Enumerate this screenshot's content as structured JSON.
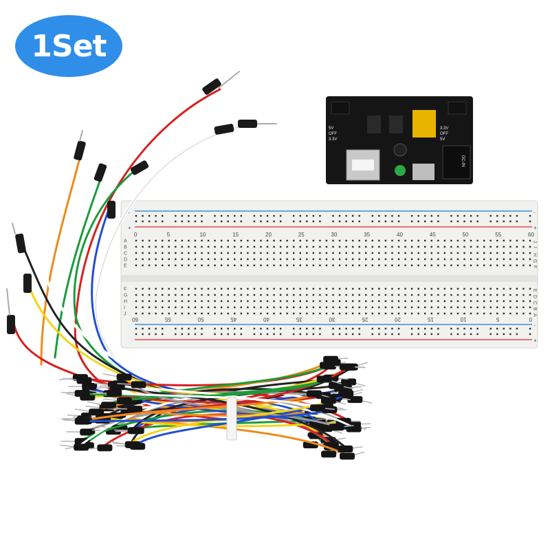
{
  "badge": {
    "label": "1Set",
    "color": "#2f8ee8"
  },
  "breadboard": {
    "top_numbers": [
      "0",
      "5",
      "10",
      "15",
      "20",
      "25",
      "30",
      "35",
      "40",
      "45",
      "50",
      "55",
      "60"
    ],
    "bottom_numbers": [
      "60",
      "55",
      "50",
      "45",
      "40",
      "35",
      "30",
      "25",
      "20",
      "15",
      "10",
      "5",
      "0"
    ],
    "rows_top": [
      "A",
      "B",
      "C",
      "D",
      "E"
    ],
    "rows_bottom": [
      "F",
      "G",
      "H",
      "I",
      "J"
    ],
    "rows_top_right": [
      "J",
      "I",
      "H",
      "G",
      "F"
    ],
    "rows_bottom_right": [
      "E",
      "D",
      "C",
      "B",
      "A"
    ],
    "rail_plus": "+",
    "rail_minus": "-"
  },
  "power_module": {
    "pin_labels_left": [
      "5V",
      "OFF",
      "3.3V"
    ],
    "pin_labels_right": [
      "3.3V",
      "OFF",
      "5V"
    ],
    "dc_label": "DC-IN"
  },
  "colors": {
    "wire_palette": [
      "#d62020",
      "#f08a1c",
      "#f2d51a",
      "#1a9b3a",
      "#1f4fd1",
      "#ffffff",
      "#222222",
      "#9b9b9b"
    ]
  }
}
